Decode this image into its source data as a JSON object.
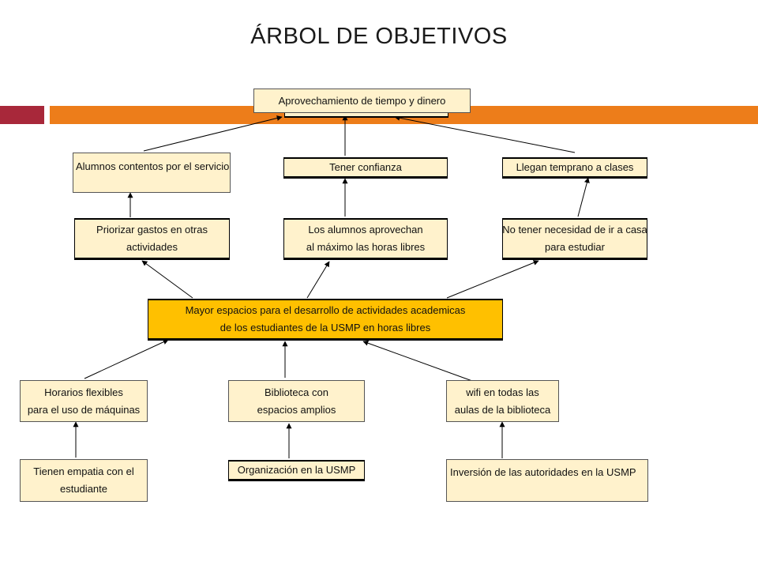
{
  "title": "ÁRBOL DE OBJETIVOS",
  "colors": {
    "bar_left": "#A8283A",
    "bar_right": "#ED7D1A",
    "node_fill": "#FFF2CC",
    "core_fill": "#FFC000"
  },
  "nodes": {
    "top": {
      "lines": [
        "Aprovechamiento de tiempo y dinero"
      ]
    },
    "l2a": {
      "lines": [
        "Alumnos  contentos  por  el servicio"
      ]
    },
    "l2b": {
      "lines": [
        "Tener confianza"
      ]
    },
    "l2c": {
      "lines": [
        "Llegan temprano a clases"
      ]
    },
    "l3a": {
      "lines": [
        "Priorizar gastos en otras",
        "actividades"
      ]
    },
    "l3b": {
      "lines": [
        "Los alumnos aprovechan",
        "al máximo las horas libres"
      ]
    },
    "l3c": {
      "lines": [
        "No tener necesidad de ir a casa",
        "para estudiar"
      ]
    },
    "core": {
      "lines": [
        "Mayor espacios para el desarrollo de actividades academicas",
        "de los estudiantes de la USMP en horas libres"
      ]
    },
    "l5a": {
      "lines": [
        "Horarios flexibles",
        "para el uso de máquinas"
      ]
    },
    "l5b": {
      "lines": [
        "Biblioteca con",
        "espacios amplios"
      ]
    },
    "l5c": {
      "lines": [
        "wifi en todas las",
        "aulas de la biblioteca"
      ]
    },
    "l6a": {
      "lines": [
        "Tienen empatia con el",
        "estudiante"
      ]
    },
    "l6b": {
      "lines": [
        "Organización en la USMP"
      ]
    },
    "l6c": {
      "lines": [
        "Inversión de las autoridades en la USMP"
      ]
    }
  }
}
